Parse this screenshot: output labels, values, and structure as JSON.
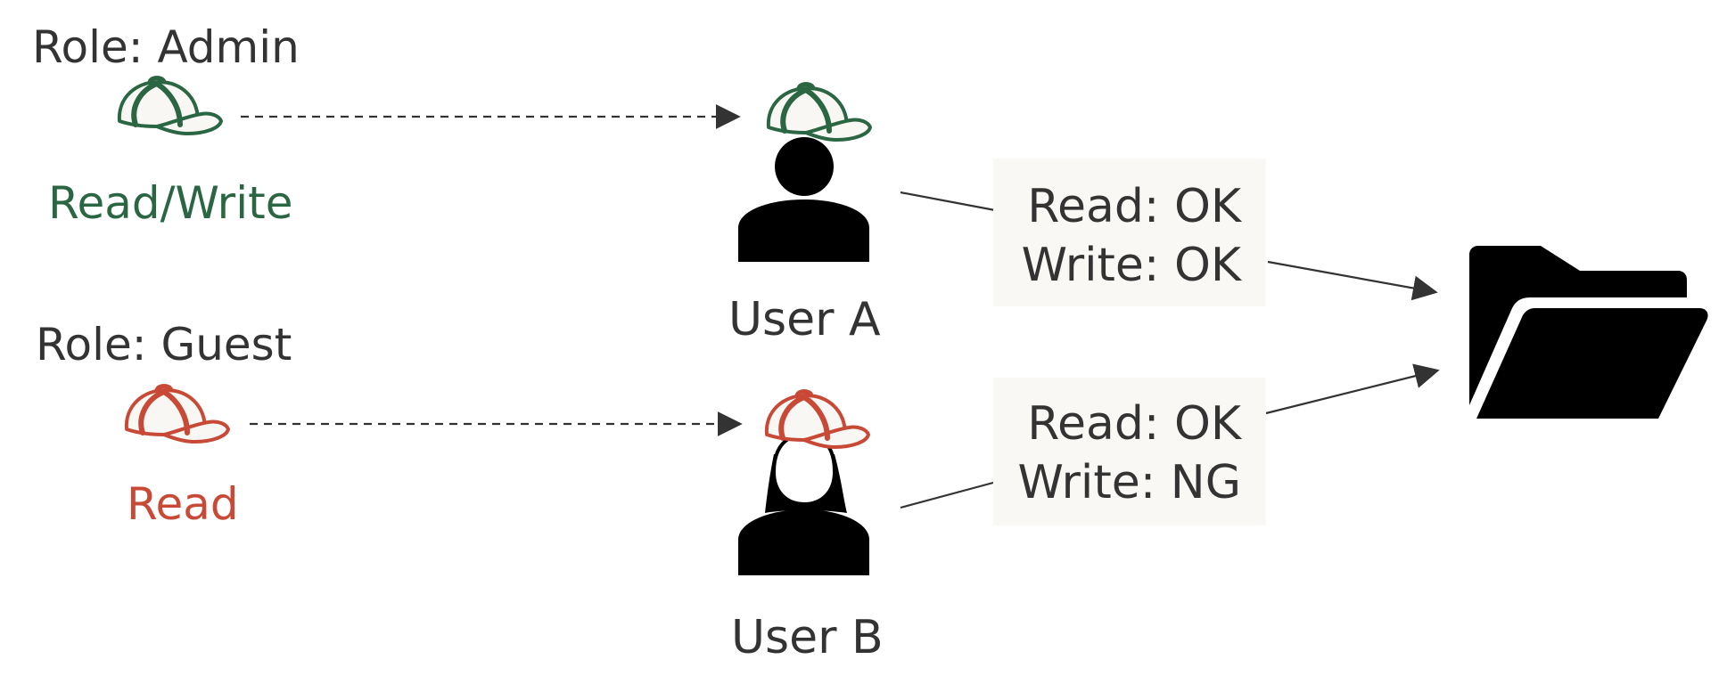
{
  "colors": {
    "admin": "#2b6643",
    "guest": "#c84a36",
    "text": "#333333",
    "icon": "#000000",
    "panel": "#f9f8f5"
  },
  "roles": {
    "admin": {
      "title": "Role: Admin",
      "permission": "Read/Write",
      "icon": "cap-icon"
    },
    "guest": {
      "title": "Role: Guest",
      "permission": "Read",
      "icon": "cap-icon"
    }
  },
  "users": {
    "a": {
      "name": "User A",
      "icon": "person-icon"
    },
    "b": {
      "name": "User B",
      "icon": "person-long-hair-icon"
    }
  },
  "access": {
    "a": {
      "read": "Read: OK",
      "write": "Write: OK"
    },
    "b": {
      "read": "Read: OK",
      "write": "Write: NG"
    }
  },
  "resource": {
    "icon": "folder-open-icon"
  }
}
